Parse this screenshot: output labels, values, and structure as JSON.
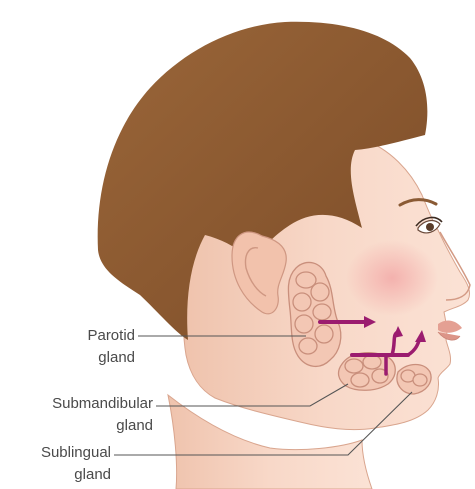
{
  "labels": {
    "parotid": {
      "line1": "Parotid",
      "line2": "gland"
    },
    "submandibular": {
      "line1": "Submandibular",
      "line2": "gland"
    },
    "sublingual": {
      "line1": "Sublingual",
      "line2": "gland"
    }
  },
  "colors": {
    "hair": "#8b5a32",
    "skin": "#f8d6c5",
    "skin_shadow": "#ecb9a3",
    "gland": "#f2c4b0",
    "gland_outline": "#c98f7c",
    "arrow": "#9b1c6f",
    "leader_line": "#555555"
  }
}
